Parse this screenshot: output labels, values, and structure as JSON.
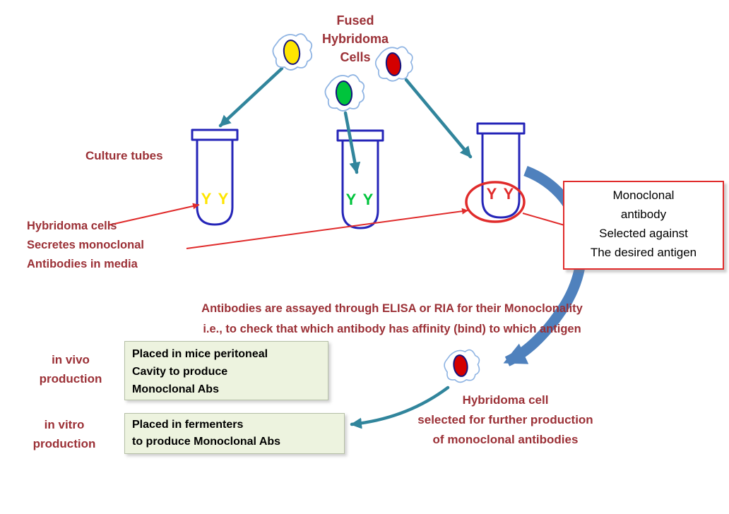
{
  "colors": {
    "dark_red": "#9B3036",
    "red": "#E02B2B",
    "teal": "#31859C",
    "steel_blue": "#4F81BD",
    "tube_blue": "#2525B8",
    "cell_outline": "#8FB4E3",
    "oval_yellow": "#FFE500",
    "oval_green": "#00C43C",
    "oval_red": "#D40000",
    "oval_stroke": "#15157E",
    "box_green_bg": "#EDF3DF",
    "box_green_border": "#B5BFA6"
  },
  "diagram": {
    "title": "Fused\nHybridoma\nCells",
    "culture_tubes_label": "Culture tubes",
    "secretion_label": "Hybridoma cells\nSecretes monoclonal\nAntibodies in media",
    "monoclonal_box": "Monoclonal\nantibody\nSelected against\nThe desired antigen",
    "assay_text": "Antibodies are assayed through ELISA or RIA for their Monoclonality\ni.e., to check that which antibody has affinity (bind) to which antigen",
    "in_vivo_label": "in vivo\nproduction",
    "in_vivo_box": "Placed in mice peritoneal\nCavity to produce\nMonoclonal Abs",
    "in_vitro_label": "in vitro\nproduction",
    "in_vitro_box": "Placed in fermenters\nto produce Monoclonal Abs",
    "selected_cell_label": "Hybridoma  cell\nselected for further production\nof monoclonal antibodies",
    "tube1_antibodies": "Y Y",
    "tube2_antibodies": "Y Y",
    "tube3_antibodies": "Y Y"
  }
}
